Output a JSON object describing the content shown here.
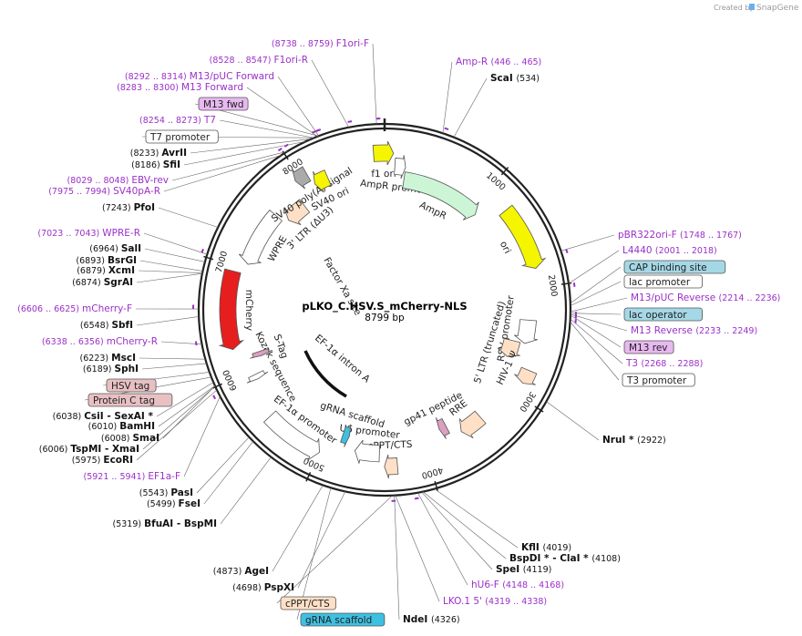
{
  "credit": {
    "created_by": "Created by",
    "brand": "SnapGene"
  },
  "plasmid": {
    "name": "pLKO_C.HSV.S_mCherry-NLS",
    "size_label": "8799 bp",
    "length": 8799
  },
  "ticks": [
    "1000",
    "2000",
    "3000",
    "4000",
    "5000",
    "6000",
    "7000",
    "8000"
  ],
  "features": [
    {
      "name": "f1 ori",
      "start": 8700,
      "end": 80,
      "color": "#f5f500",
      "label": "f1 ori",
      "dir": 1
    },
    {
      "name": "AmpR promoter",
      "start": 100,
      "end": 205,
      "color": "#fff",
      "label": "AmpR promoter",
      "dir": 1
    },
    {
      "name": "AmpR",
      "start": 206,
      "end": 1066,
      "color": "#ccf5d6",
      "label": "AmpR",
      "dir": 1
    },
    {
      "name": "ori",
      "start": 1237,
      "end": 1825,
      "color": "#f5f500",
      "label": "ori",
      "dir": 1
    },
    {
      "name": "RSV promoter",
      "start": 2300,
      "end": 2530,
      "color": "#fff",
      "label": "RSV promoter",
      "dir": 1
    },
    {
      "name": "5' LTR (truncated)",
      "start": 2530,
      "end": 2710,
      "color": "#ffe0c6",
      "label": "5' LTR (truncated)",
      "dir": 1
    },
    {
      "name": "HIV-1 psi",
      "start": 2757,
      "end": 2883,
      "color": "#ffe0c6",
      "label": "HIV-1 Ψ",
      "dir": 1
    },
    {
      "name": "RRE",
      "start": 3380,
      "end": 3613,
      "color": "#ffe0c6",
      "label": "RRE",
      "dir": 1
    },
    {
      "name": "gp41 peptide",
      "start": 3720,
      "end": 3800,
      "color": "#d9a0c0",
      "label": "gp41 peptide",
      "dir": 1
    },
    {
      "name": "cPPT/CTS",
      "start": 4284,
      "end": 4401,
      "color": "#ffe0c6",
      "label": "cPPT/CTS",
      "dir": 1
    },
    {
      "name": "U6 promoter",
      "start": 4450,
      "end": 4690,
      "color": "#fff",
      "label": "U6 promoter",
      "dir": 1
    },
    {
      "name": "gRNA scaffold",
      "start": 4780,
      "end": 4850,
      "color": "#3ec0e0",
      "label": "gRNA scaffold",
      "dir": -1
    },
    {
      "name": "EF-1a promoter",
      "start": 5000,
      "end": 5550,
      "color": "#fff",
      "label": "EF-1α promoter",
      "dir": -1
    },
    {
      "name": "Kozak sequence",
      "start": 5900,
      "end": 5950,
      "color": "#fff",
      "label": "Kozak sequence",
      "dir": -1
    },
    {
      "name": "S-Tag",
      "start": 6100,
      "end": 6150,
      "color": "#d9a0c0",
      "label": "S-Tag",
      "dir": -1
    },
    {
      "name": "mCherry",
      "start": 6240,
      "end": 6950,
      "color": "#e61e1e",
      "label": "mCherry",
      "dir": -1
    },
    {
      "name": "WPRE",
      "start": 7050,
      "end": 7600,
      "color": "#fff",
      "label": "WPRE",
      "dir": -1
    },
    {
      "name": "3' LTR (dU3)",
      "start": 7650,
      "end": 7880,
      "color": "#ffe0c6",
      "label": "3' LTR (ΔU3)",
      "dir": -1
    },
    {
      "name": "SV40 poly(A) signal",
      "start": 7950,
      "end": 8070,
      "color": "#aaa",
      "label": "SV40 poly(A) signal",
      "dir": -1
    },
    {
      "name": "SV40 ori",
      "start": 8090,
      "end": 8230,
      "color": "#f5f500",
      "label": "SV40 ori",
      "dir": -1
    }
  ],
  "inner_labels": [
    {
      "text": "Factor Xa site"
    },
    {
      "text": "EF-1α intron A"
    }
  ],
  "sites_right": [
    {
      "name": "Amp-R",
      "range": "(446 .. 465)",
      "kind": "primer"
    },
    {
      "name": "ScaI",
      "range": "(534)",
      "kind": "enzyme"
    },
    {
      "name": "pBR322ori-F",
      "range": "(1748 .. 1767)",
      "kind": "primer"
    },
    {
      "name": "L4440",
      "range": "(2001 .. 2018)",
      "kind": "primer"
    },
    {
      "name": "CAP binding site",
      "range": "",
      "kind": "box",
      "color": "#a5d8e6"
    },
    {
      "name": "lac promoter",
      "range": "",
      "kind": "box",
      "color": "#fff"
    },
    {
      "name": "M13/pUC Reverse",
      "range": "(2214 .. 2236)",
      "kind": "primer"
    },
    {
      "name": "lac operator",
      "range": "",
      "kind": "box",
      "color": "#a5d8e6"
    },
    {
      "name": "M13 Reverse",
      "range": "(2233 .. 2249)",
      "kind": "primer"
    },
    {
      "name": "M13 rev",
      "range": "",
      "kind": "box",
      "color": "#e8b8f0"
    },
    {
      "name": "T3",
      "range": "(2268 .. 2288)",
      "kind": "primer"
    },
    {
      "name": "T3 promoter",
      "range": "",
      "kind": "box",
      "color": "#fff"
    },
    {
      "name": "NruI *",
      "range": "(2922)",
      "kind": "enzyme"
    }
  ],
  "sites_bottom": [
    {
      "name": "KflI",
      "range": "(4019)",
      "kind": "enzyme"
    },
    {
      "name": "BspDI * - ClaI *",
      "range": "(4108)",
      "kind": "enzyme"
    },
    {
      "name": "SpeI",
      "range": "(4119)",
      "kind": "enzyme"
    },
    {
      "name": "hU6-F",
      "range": "(4148 .. 4168)",
      "kind": "primer"
    },
    {
      "name": "LKO.1 5'",
      "range": "(4319 .. 4338)",
      "kind": "primer"
    },
    {
      "name": "NdeI",
      "range": "(4326)",
      "kind": "enzyme"
    },
    {
      "name": "gRNA scaffold",
      "range": "",
      "kind": "box",
      "color": "#3ec0e0"
    },
    {
      "name": "cPPT/CTS",
      "range": "",
      "kind": "box",
      "color": "#ffe0c6"
    },
    {
      "name": "PspXI",
      "range": "(4698)",
      "kind": "enzyme"
    },
    {
      "name": "AgeI",
      "range": "(4873)",
      "kind": "enzyme"
    }
  ],
  "sites_left": [
    {
      "name": "BfuAI - BspMI",
      "range": "(5319)",
      "kind": "enzyme"
    },
    {
      "name": "FseI",
      "range": "(5499)",
      "kind": "enzyme"
    },
    {
      "name": "PasI",
      "range": "(5543)",
      "kind": "enzyme"
    },
    {
      "name": "EF1a-F",
      "range": "(5921 .. 5941)",
      "kind": "primer"
    },
    {
      "name": "EcoRI",
      "range": "(5975)",
      "kind": "enzyme"
    },
    {
      "name": "TspMI - XmaI",
      "range": "(6006)",
      "kind": "enzyme"
    },
    {
      "name": "SmaI",
      "range": "(6008)",
      "kind": "enzyme"
    },
    {
      "name": "BamHI",
      "range": "(6010)",
      "kind": "enzyme"
    },
    {
      "name": "CsiI - SexAI *",
      "range": "(6038)",
      "kind": "enzyme"
    },
    {
      "name": "Protein C tag",
      "range": "",
      "kind": "box",
      "color": "#e8c0c4"
    },
    {
      "name": "HSV tag",
      "range": "",
      "kind": "box",
      "color": "#e8c0c4"
    },
    {
      "name": "SphI",
      "range": "(6189)",
      "kind": "enzyme"
    },
    {
      "name": "MscI",
      "range": "(6223)",
      "kind": "enzyme"
    },
    {
      "name": "mCherry-R",
      "range": "(6338 .. 6356)",
      "kind": "primer"
    },
    {
      "name": "SbfI",
      "range": "(6548)",
      "kind": "enzyme"
    },
    {
      "name": "mCherry-F",
      "range": "(6606 .. 6625)",
      "kind": "primer"
    },
    {
      "name": "SgrAI",
      "range": "(6874)",
      "kind": "enzyme"
    },
    {
      "name": "XcmI",
      "range": "(6879)",
      "kind": "enzyme"
    },
    {
      "name": "BsrGI",
      "range": "(6893)",
      "kind": "enzyme"
    },
    {
      "name": "SalI",
      "range": "(6964)",
      "kind": "enzyme"
    },
    {
      "name": "WPRE-R",
      "range": "(7023 .. 7043)",
      "kind": "primer"
    },
    {
      "name": "PfoI",
      "range": "(7243)",
      "kind": "enzyme"
    },
    {
      "name": "SV40pA-R",
      "range": "(7975 .. 7994)",
      "kind": "primer"
    },
    {
      "name": "EBV-rev",
      "range": "(8029 .. 8048)",
      "kind": "primer"
    },
    {
      "name": "SfiI",
      "range": "(8186)",
      "kind": "enzyme"
    },
    {
      "name": "AvrII",
      "range": "(8233)",
      "kind": "enzyme"
    },
    {
      "name": "T7 promoter",
      "range": "",
      "kind": "box",
      "color": "#fff"
    },
    {
      "name": "T7",
      "range": "(8254 .. 8273)",
      "kind": "primer"
    },
    {
      "name": "M13 fwd",
      "range": "",
      "kind": "box",
      "color": "#e8b8f0"
    },
    {
      "name": "M13 Forward",
      "range": "(8283 .. 8300)",
      "kind": "primer"
    },
    {
      "name": "M13/pUC Forward",
      "range": "(8292 .. 8314)",
      "kind": "primer"
    },
    {
      "name": "F1ori-R",
      "range": "(8528 .. 8547)",
      "kind": "primer"
    },
    {
      "name": "F1ori-F",
      "range": "(8738 .. 8759)",
      "kind": "primer"
    }
  ]
}
